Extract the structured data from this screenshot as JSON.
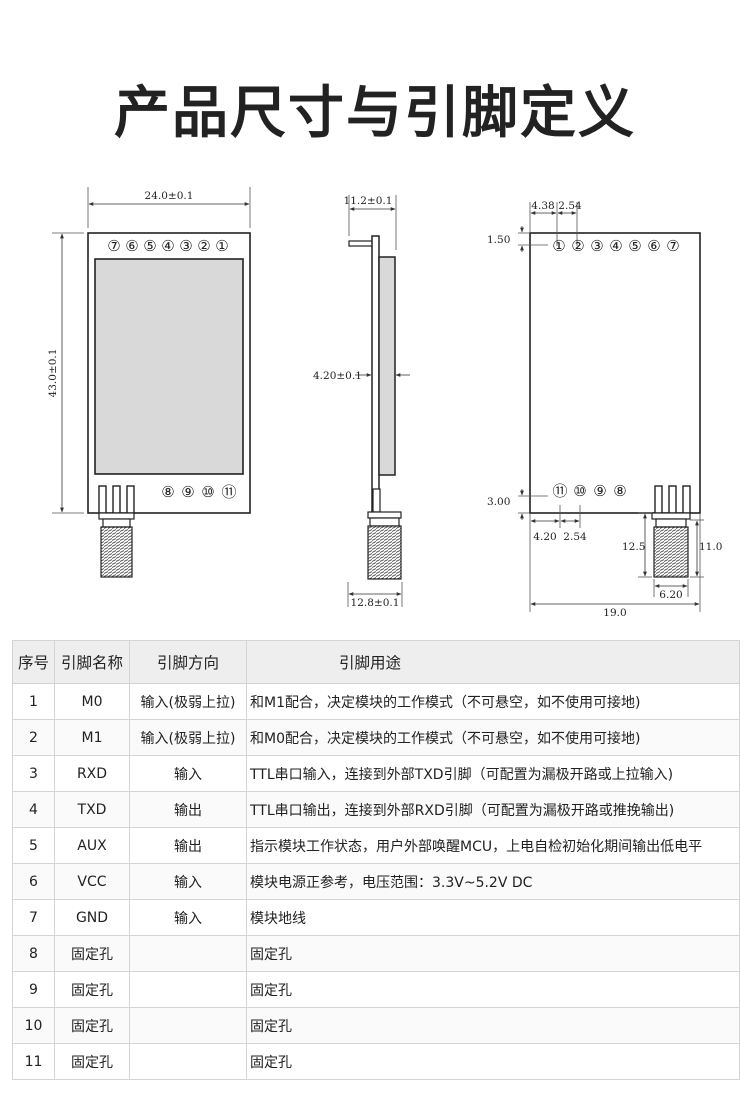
{
  "title": "产品尺寸与引脚定义",
  "drawing": {
    "front": {
      "width": "24.0±0.1",
      "height": "43.0±0.1",
      "top_pins": [
        "⑦",
        "⑥",
        "⑤",
        "④",
        "③",
        "②",
        "①"
      ],
      "bottom_pins": [
        "⑧",
        "⑨",
        "⑩",
        "⑪"
      ]
    },
    "side": {
      "width": "11.2±0.1",
      "thickness": "4.20±0.1",
      "connector_width": "12.8±0.1"
    },
    "back": {
      "top_offset": "4.38",
      "top_pitch": "2.54",
      "top_margin": "1.50",
      "top_pins": [
        "①",
        "②",
        "③",
        "④",
        "⑤",
        "⑥",
        "⑦"
      ],
      "bottom_pins": [
        "⑪",
        "⑩",
        "⑨",
        "⑧"
      ],
      "bottom_margin": "3.00",
      "bottom_offset": "4.20",
      "bottom_pitch": "2.54",
      "connector_length": "12.5",
      "connector_height": "11.0",
      "connector_width": "6.20",
      "total_width": "19.0"
    }
  },
  "table": {
    "headers": [
      "序号",
      "引脚名称",
      "引脚方向",
      "引脚用途"
    ],
    "rows": [
      {
        "no": "1",
        "name": "M0",
        "dir": "输入(极弱上拉)",
        "use": "和M1配合，决定模块的工作模式（不可悬空，如不使用可接地)"
      },
      {
        "no": "2",
        "name": "M1",
        "dir": "输入(极弱上拉)",
        "use": "和M0配合，决定模块的工作模式（不可悬空，如不使用可接地)"
      },
      {
        "no": "3",
        "name": "RXD",
        "dir": "输入",
        "use": " TTL串口输入，连接到外部TXD引脚（可配置为漏极开路或上拉输入)"
      },
      {
        "no": "4",
        "name": "TXD",
        "dir": "输出",
        "use": "TTL串口输出，连接到外部RXD引脚（可配置为漏极开路或推挽输出)"
      },
      {
        "no": "5",
        "name": "AUX",
        "dir": "输出",
        "use": "指示模块工作状态，用户外部唤醒MCU，上电自检初始化期间输出低电平"
      },
      {
        "no": "6",
        "name": "VCC",
        "dir": "输入",
        "use": "模块电源正参考，电压范围：3.3V~5.2V DC"
      },
      {
        "no": "7",
        "name": "GND",
        "dir": "输入",
        "use": "模块地线"
      },
      {
        "no": "8",
        "name": "固定孔",
        "dir": "",
        "use": "固定孔"
      },
      {
        "no": "9",
        "name": "固定孔",
        "dir": "",
        "use": "固定孔"
      },
      {
        "no": "10",
        "name": "固定孔",
        "dir": "",
        "use": "固定孔"
      },
      {
        "no": "11",
        "name": "固定孔",
        "dir": "",
        "use": "固定孔"
      }
    ]
  }
}
